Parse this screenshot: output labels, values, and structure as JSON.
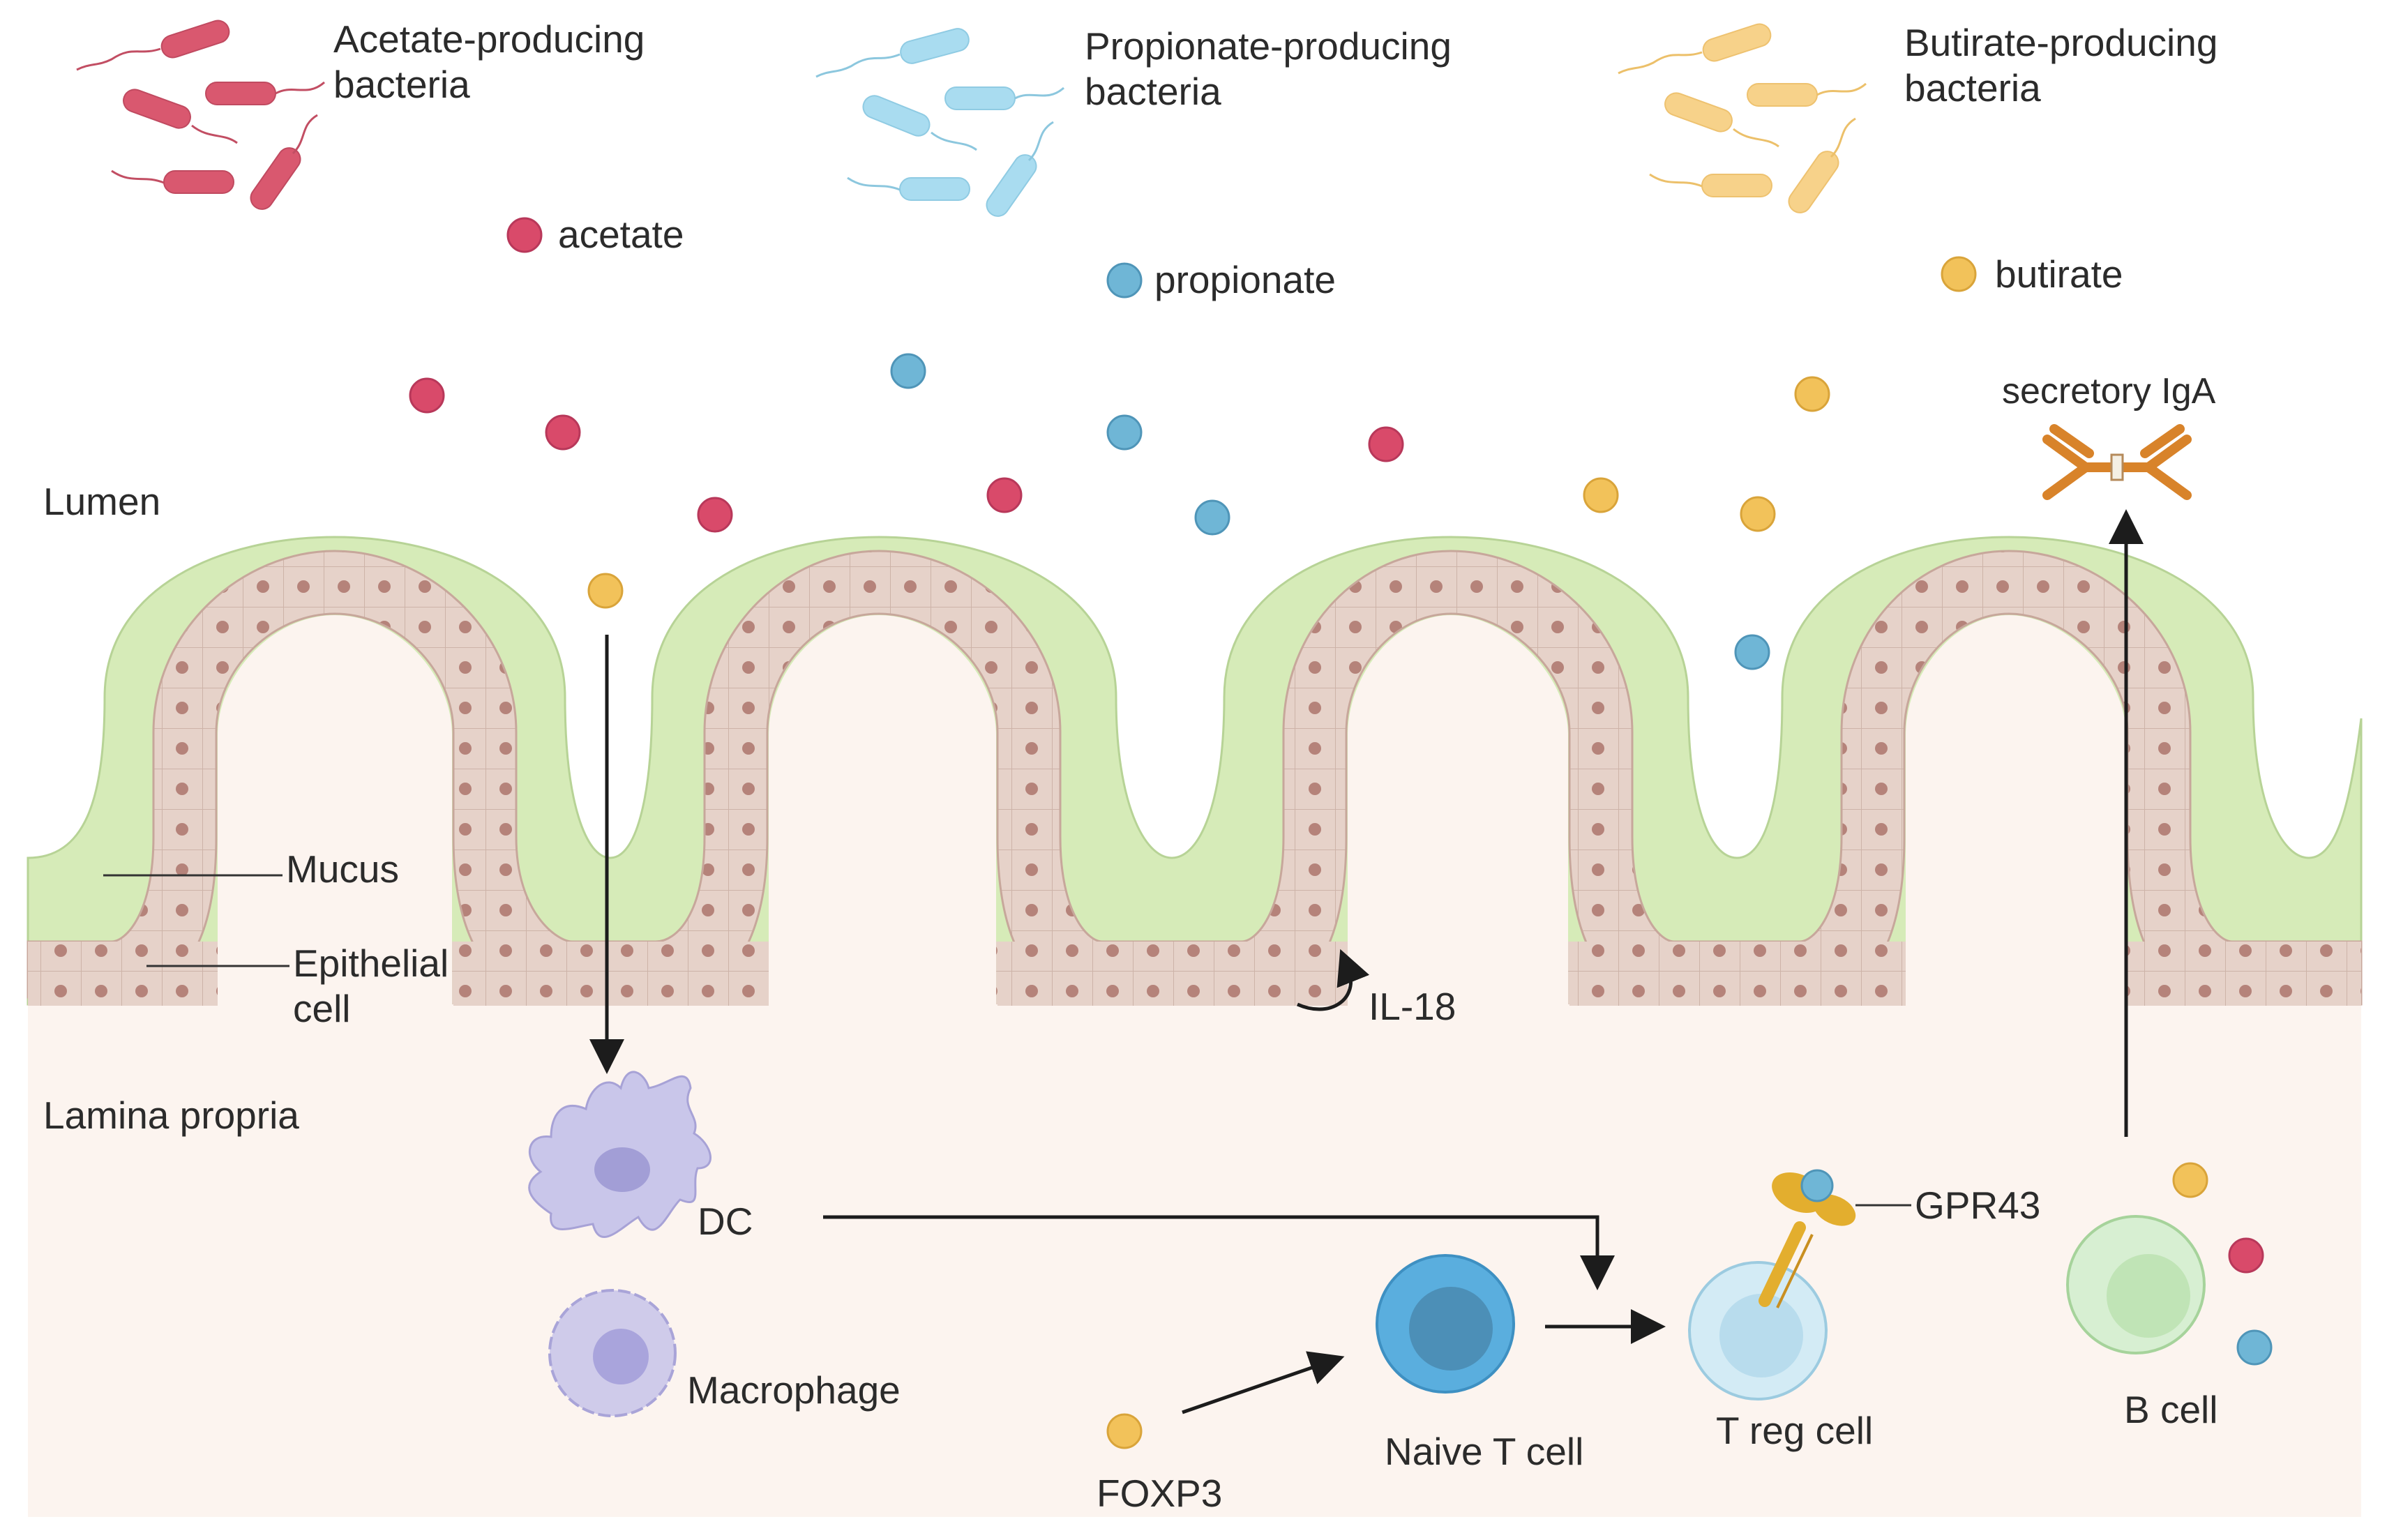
{
  "bacteria": {
    "acetate": {
      "label_line1": "Acetate-producing",
      "label_line2": "bacteria"
    },
    "propionate": {
      "label_line1": "Propionate-producing",
      "label_line2": "bacteria"
    },
    "butirate": {
      "label_line1": "Butirate-producing",
      "label_line2": "bacteria"
    }
  },
  "molecules": {
    "acetate": "acetate",
    "propionate": "propionate",
    "butirate": "butirate"
  },
  "regions": {
    "lumen": "Lumen",
    "lamina_propria": "Lamina propria"
  },
  "structures": {
    "mucus": "Mucus",
    "epithelial_line1": "Epithelial",
    "epithelial_line2": "cell",
    "il18": "IL-18",
    "secretory_iga": "secretory IgA",
    "gpr43": "GPR43"
  },
  "cells": {
    "dc": "DC",
    "macrophage": "Macrophage",
    "naive_t": "Naive T cell",
    "treg": "T reg cell",
    "b_cell": "B cell",
    "foxp3": "FOXP3"
  },
  "colors": {
    "acetate": "#d94a6a",
    "propionate": "#6fb6d6",
    "butirate": "#f2c25a",
    "acetate_bacteria": "#d9586f",
    "propionate_bacteria": "#a9dcf0",
    "butirate_bacteria": "#f7d28a",
    "mucus": "#d6ebb8",
    "epithelium": "#e5cfc6",
    "lamina": "#fcf4ef",
    "dc": "#c9c6ea",
    "macrophage": "#cfcbea",
    "naive_t": "#5aaede",
    "treg": "#d3ebf5",
    "b_cell": "#d7efd2",
    "antibody": "#d8832a",
    "receptor": "#e3ae2e"
  },
  "icons": [
    "bacterium-icon",
    "acetate-molecule-icon",
    "propionate-molecule-icon",
    "butirate-molecule-icon",
    "antibody-icon",
    "receptor-icon",
    "dendritic-cell-icon",
    "macrophage-icon",
    "t-cell-icon",
    "b-cell-icon"
  ]
}
